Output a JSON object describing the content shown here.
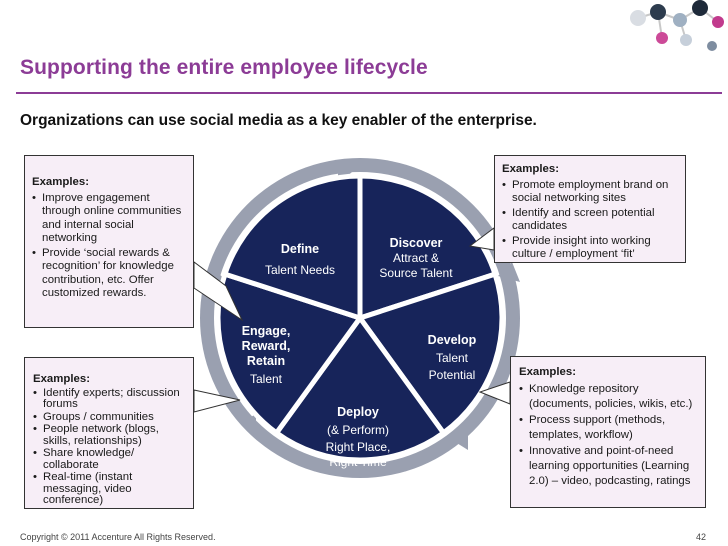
{
  "title": "Supporting the entire employee lifecycle",
  "subtitle": "Organizations can use social media as a key enabler of the enterprise.",
  "boxes": {
    "top_left": {
      "header": "Examples:",
      "items": [
        "Improve engagement through online communities and internal social networking",
        "Provide ‘social rewards & recognition’ for knowledge contribution, etc. Offer customized rewards."
      ]
    },
    "top_right": {
      "header": "Examples:",
      "items": [
        "Promote employment brand on social networking sites",
        "Identify and screen potential candidates",
        "Provide insight into working culture / employment ‘fit’"
      ]
    },
    "bottom_left": {
      "header": "Examples:",
      "items": [
        "Identify experts; discussion forums",
        "Groups / communities",
        "People network (blogs, skills, relationships)",
        "Share knowledge/ collaborate",
        "Real-time (instant messaging, video conference)"
      ]
    },
    "bottom_right": {
      "header": "Examples:",
      "items": [
        "Knowledge repository (documents, policies, wikis, etc.)",
        "Process support (methods, templates, workflow)",
        "Innovative and point-of-need learning opportunities (Learning 2.0) – video, podcasting, ratings"
      ]
    }
  },
  "cycle": {
    "define": {
      "title": "Define",
      "line1": "Talent Needs"
    },
    "discover": {
      "title": "Discover",
      "line1": "Attract &",
      "line2": "Source Talent"
    },
    "develop": {
      "title": "Develop",
      "line1": "Talent",
      "line2": "Potential"
    },
    "deploy": {
      "title": "Deploy",
      "line1": "(& Perform)",
      "line2": "Right Place,",
      "line3": "Right Time"
    },
    "engage": {
      "title1": "Engage,",
      "title2": "Reward,",
      "title3": "Retain",
      "line1": "Talent"
    }
  },
  "colors": {
    "accent": "#8c3c96",
    "segment": "#17245a",
    "ring": "#9aa0b0",
    "box_fill": "#f7eef7"
  },
  "footer": {
    "copyright": "Copyright © 2011 Accenture All Rights Reserved.",
    "page_number": "42"
  }
}
